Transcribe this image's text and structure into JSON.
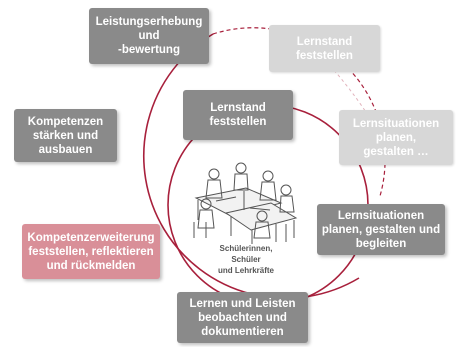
{
  "boxes": {
    "leistungserhebung": "Leistungserhebung\nund\n-bewertung",
    "lernstand_outer": "Lernstand\nfeststellen",
    "kompetenzen": "Kompetenzen\nstärken und\nausbauen",
    "lernstand_inner": "Lernstand\nfeststellen",
    "lernsituationen_outer": "Lernsituationen\nplanen,\ngestalten …",
    "lernsituationen_inner": "Lernsituationen\nplanen, gestalten und\nbegleiten",
    "kompetenzerweiterung": "Kompetenzerweiterung\nfeststellen, reflektieren\nund rückmelden",
    "lernen": "Lernen und Leisten\nbeobachten und\ndokumentieren"
  },
  "caption": "Schülerinnen, Schüler\nund Lehrkräfte",
  "colors": {
    "dark_box": "#8a8a8a",
    "light_box": "#d7d7d7",
    "highlight_box": "#d98f98",
    "cycle_line": "#a8203c"
  },
  "illustration": "classroom-sketch"
}
